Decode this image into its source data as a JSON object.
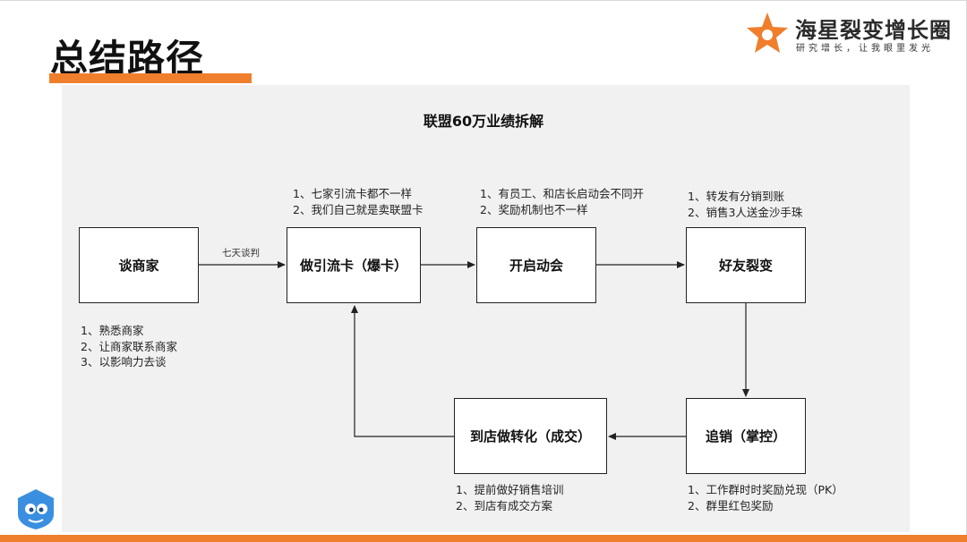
{
  "slide": {
    "title": "总结路径",
    "accent_color": "#f07f2d"
  },
  "logo": {
    "name": "海星裂变增长圈",
    "slogan": "研究增长，让我眼里发光",
    "icon": "star-logo-icon"
  },
  "diagram": {
    "title": "联盟60万业绩拆解",
    "nodes": {
      "talk_merchant": "谈商家",
      "lead_card": "做引流卡（爆卡）",
      "kickoff": "开启动会",
      "friend_fission": "好友裂变",
      "follow_up": "追销（掌控）",
      "store_conversion": "到店做转化（成交）"
    },
    "edge_labels": {
      "seven_days": "七天谈判"
    },
    "notes": {
      "talk_merchant": [
        "1、熟悉商家",
        "2、让商家联系商家",
        "3、以影响力去谈"
      ],
      "lead_card": [
        "1、七家引流卡都不一样",
        "2、我们自己就是卖联盟卡"
      ],
      "kickoff": [
        "1、有员工、和店长启动会不同开",
        "2、奖励机制也不一样"
      ],
      "friend_fission": [
        "1、转发有分销到账",
        "2、销售3人送金沙手珠"
      ],
      "follow_up": [
        "1、工作群时时奖励兑现（PK）",
        "2、群里红包奖励"
      ],
      "store_conversion": [
        "1、提前做好销售培训",
        "2、到店有成交方案"
      ]
    }
  },
  "footer": {
    "bar_color": "#f07f2d",
    "icon": "shield-mascot-icon"
  }
}
